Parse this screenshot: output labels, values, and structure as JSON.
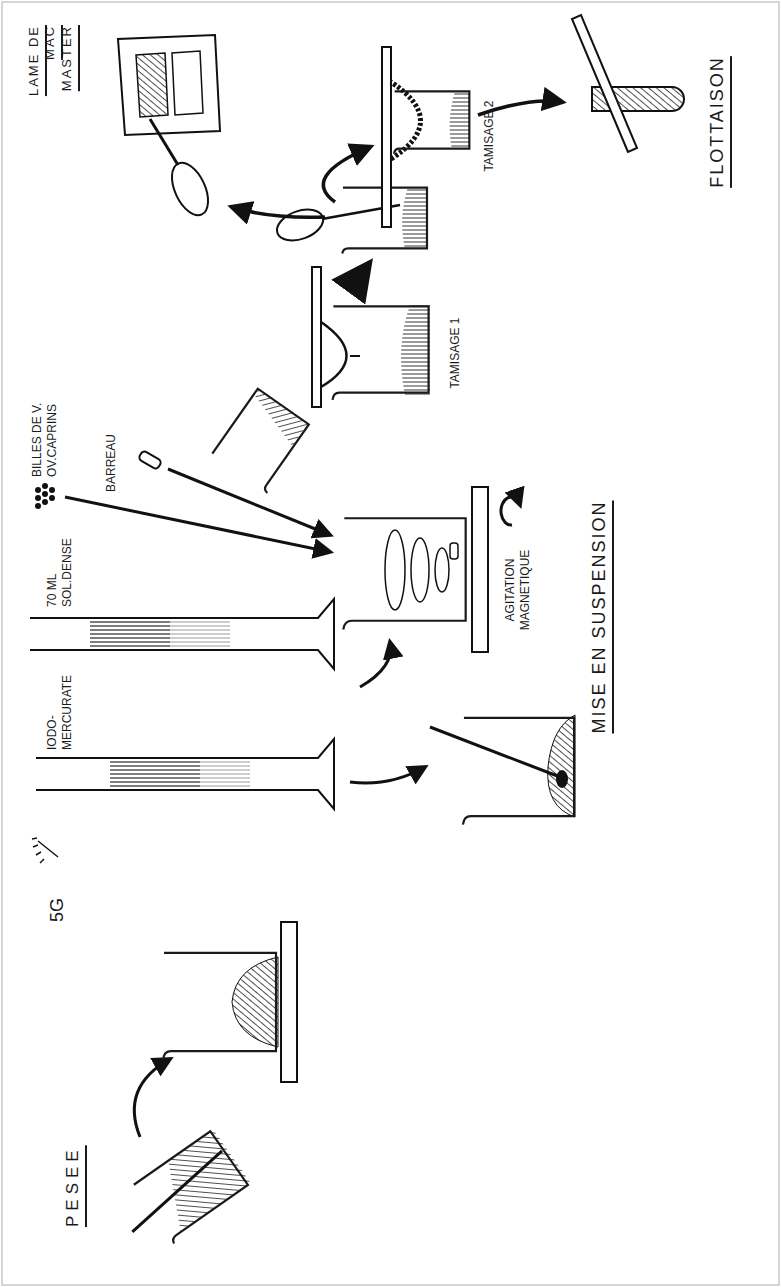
{
  "diagram": {
    "labels": [
      "PESEE",
      "5G",
      "70 ML SOL.DENSE",
      "IODO- MERCURATE",
      "BILLES DE V. OV.CAPRINS",
      "BARREAU",
      "AGITATION MAGNETIQUE",
      "TAMISAGE 1",
      "TAMISAGE 2",
      "LAME DE MAC MASTER",
      "MISE EN SUSPENSION",
      "FLOTTAISON"
    ]
  }
}
